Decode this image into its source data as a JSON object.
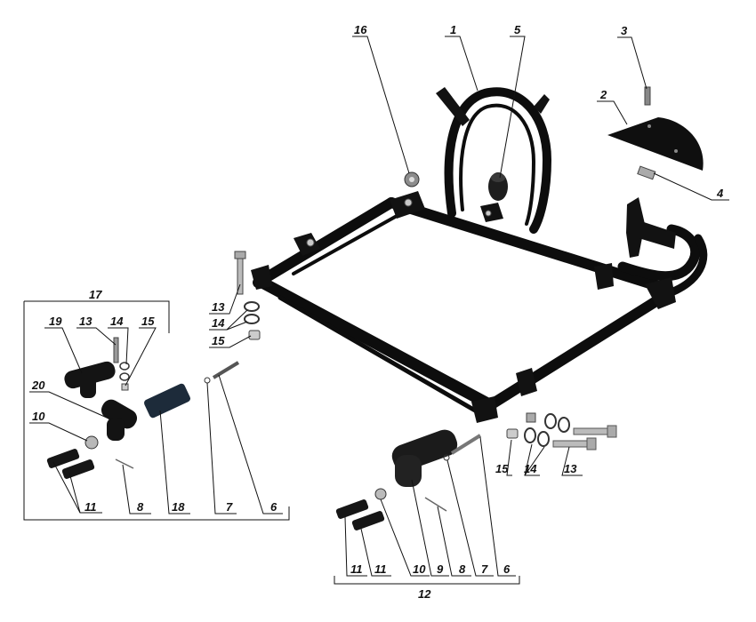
{
  "diagram": {
    "callouts": [
      {
        "id": "c1",
        "text": "1"
      },
      {
        "id": "c2",
        "text": "2"
      },
      {
        "id": "c3",
        "text": "3"
      },
      {
        "id": "c4",
        "text": "4"
      },
      {
        "id": "c5",
        "text": "5"
      },
      {
        "id": "c16",
        "text": "16"
      },
      {
        "id": "c13a",
        "text": "13"
      },
      {
        "id": "c14a",
        "text": "14"
      },
      {
        "id": "c15a",
        "text": "15"
      },
      {
        "id": "c17",
        "text": "17"
      },
      {
        "id": "c19",
        "text": "19"
      },
      {
        "id": "c13b",
        "text": "13"
      },
      {
        "id": "c14b",
        "text": "14"
      },
      {
        "id": "c15b",
        "text": "15"
      },
      {
        "id": "c20",
        "text": "20"
      },
      {
        "id": "c10a",
        "text": "10"
      },
      {
        "id": "c11a",
        "text": "11"
      },
      {
        "id": "c8a",
        "text": "8"
      },
      {
        "id": "c18",
        "text": "18"
      },
      {
        "id": "c7a",
        "text": "7"
      },
      {
        "id": "c6a",
        "text": "6"
      },
      {
        "id": "c15c",
        "text": "15"
      },
      {
        "id": "c14c",
        "text": "14"
      },
      {
        "id": "c13c",
        "text": "13"
      },
      {
        "id": "c11b",
        "text": "11"
      },
      {
        "id": "c11c",
        "text": "11"
      },
      {
        "id": "c10b",
        "text": "10"
      },
      {
        "id": "c9",
        "text": "9"
      },
      {
        "id": "c8b",
        "text": "8"
      },
      {
        "id": "c7b",
        "text": "7"
      },
      {
        "id": "c6b",
        "text": "6"
      },
      {
        "id": "c12",
        "text": "12"
      }
    ]
  }
}
